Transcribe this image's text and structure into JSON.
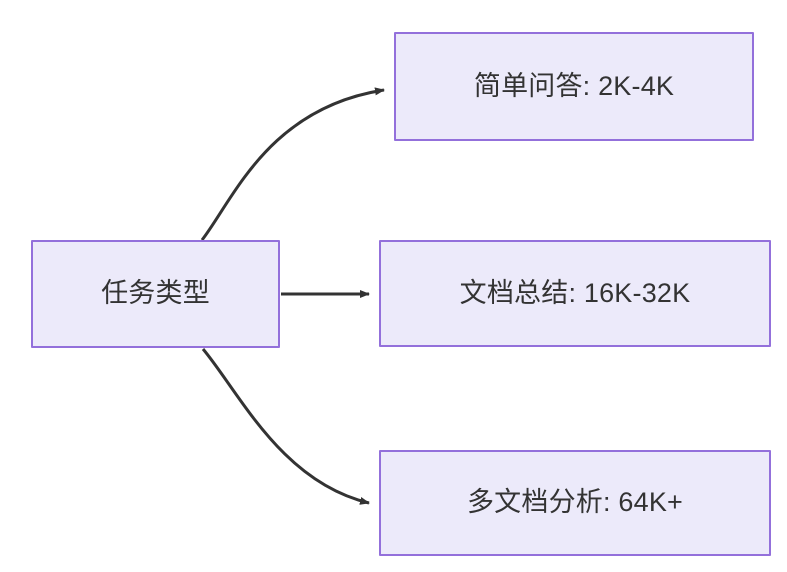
{
  "diagram": {
    "type": "flowchart",
    "direction": "left-to-right",
    "background_color": "#ffffff",
    "node_fill_color": "#ECEAFA",
    "node_border_color": "#9370DB",
    "node_text_color": "#333333",
    "edge_color": "#333333",
    "nodes": [
      {
        "id": "source",
        "label": "任务类型"
      },
      {
        "id": "simple",
        "label": "简单问答: 2K-4K"
      },
      {
        "id": "doc",
        "label": "文档总结: 16K-32K"
      },
      {
        "id": "multi",
        "label": "多文档分析: 64K+"
      }
    ],
    "edges": [
      {
        "from": "source",
        "to": "simple",
        "label": "",
        "style": "curved-arrow"
      },
      {
        "from": "source",
        "to": "doc",
        "label": "",
        "style": "straight-arrow"
      },
      {
        "from": "source",
        "to": "multi",
        "label": "",
        "style": "curved-arrow"
      }
    ]
  }
}
